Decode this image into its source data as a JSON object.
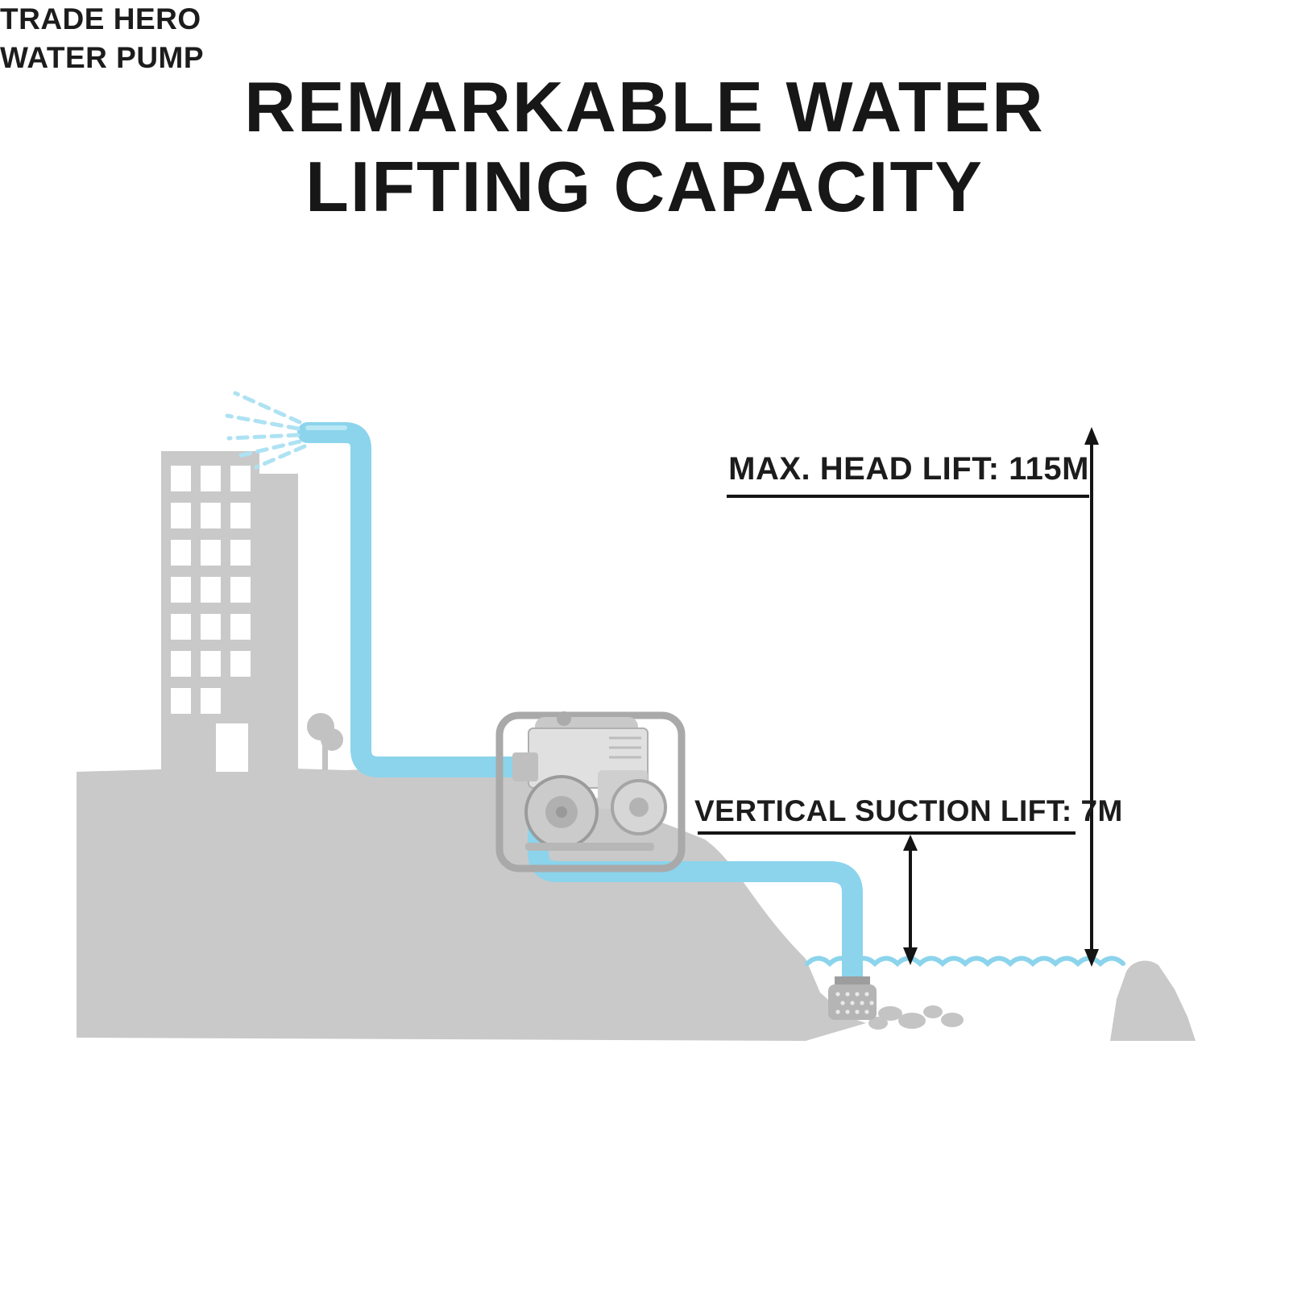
{
  "title": {
    "line1": "REMARKABLE WATER",
    "line2": "LIFTING CAPACITY"
  },
  "labels": {
    "max_head_lift": "MAX. HEAD LIFT: 115M",
    "vertical_suction_lift": "VERTICAL SUCTION LIFT: 7M",
    "pump_name_line1": "TRADE HERO",
    "pump_name_line2": "WATER PUMP"
  },
  "diagram": {
    "type": "product-capacity-diagram",
    "equipment": "TRADE HERO WATER PUMP",
    "measurements": [
      {
        "name": "Max head lift",
        "value": "115M"
      },
      {
        "name": "Vertical suction lift",
        "value": "7M"
      }
    ],
    "scene": "Water pump draws water from a pond through a suction hose with strainer and lifts it up past a building where it sprays out"
  },
  "colors": {
    "text_black": "#1c1c1c",
    "pipe_blue": "#8bd4ec",
    "spray_blue": "#b5e5f4",
    "water_blue": "#8bd4ec",
    "silhouette_gray": "#c9c9c9",
    "pump_gray": "#d6d6d6",
    "arrow_black": "#141414"
  }
}
